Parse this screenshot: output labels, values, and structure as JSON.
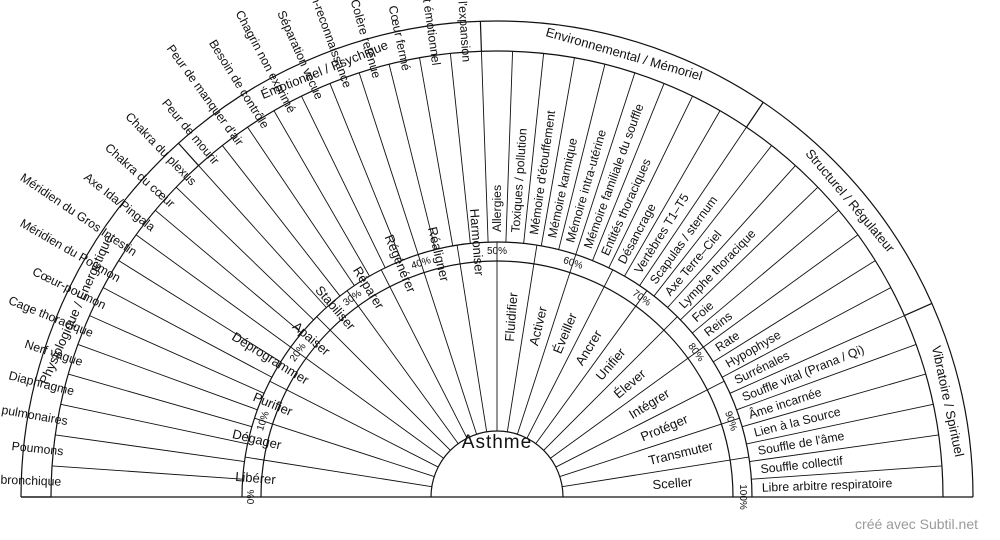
{
  "title": "Asthme",
  "credit": "créé avec Subtil.net",
  "categories": [
    {
      "label": "Physiologique / Énergétique",
      "items": [
        "Arbre bronchique",
        "Poumons",
        "Alvéoles pulmonaires",
        "Diaphragme",
        "Nerf vague",
        "Cage thoracique",
        "Cœur-poumon",
        "Méridien du Poumon",
        "Méridien du Gros Intestin",
        "Axe Ida/Pingala",
        "Chakra du cœur",
        "Chakra du plexus"
      ]
    },
    {
      "label": "Émotionnel / Psychique",
      "items": [
        "Peur de mourir",
        "Peur de manquer d'air",
        "Besoin de contrôle",
        "Chagrin non exprimé",
        "Séparation vécue",
        "Non-reconnaissance",
        "Colère retenue",
        "Cœur fermé",
        "Refoulement émotionnel",
        "Peur de l'expansion"
      ]
    },
    {
      "label": "Environnemental / Mémoriel",
      "items": [
        "Allergies",
        "Toxiques / pollution",
        "Mémoire d'étouffement",
        "Mémoire karmique",
        "Mémoire intra-utérine",
        "Mémoire familiale du souffle",
        "Entités thoraciques",
        "Désancrage",
        "Vertèbres T1–T5"
      ]
    },
    {
      "label": "Structurel / Régulateur",
      "items": [
        "Scapulas / sternum",
        "Axe Terre–Ciel",
        "Lymphe thoracique",
        "Foie",
        "Reins",
        "Rate",
        "Hypophyse",
        "Surrénales"
      ]
    },
    {
      "label": "Vibratoire / Spirituel",
      "items": [
        "Souffle vital (Prana / Qi)",
        "Âme incarnée",
        "Lien à la Source",
        "Souffle de l'âme",
        "Souffle collectif",
        "Libre arbitre respiratoire"
      ]
    }
  ],
  "actions": [
    "Libérer",
    "Dégager",
    "Purifier",
    "Déprogrammer",
    "Apaiser",
    "Stabiliser",
    "Réparer",
    "Régénérer",
    "Réaligner",
    "Harmoniser",
    "Fluidifier",
    "Activer",
    "Éveiller",
    "Ancrer",
    "Unifier",
    "Élever",
    "Intégrer",
    "Protéger",
    "Transmuter",
    "Sceller"
  ],
  "percentages": [
    "0%",
    "10%",
    "20%",
    "30%",
    "40%",
    "50%",
    "60%",
    "70%",
    "80%",
    "90%",
    "100%"
  ]
}
